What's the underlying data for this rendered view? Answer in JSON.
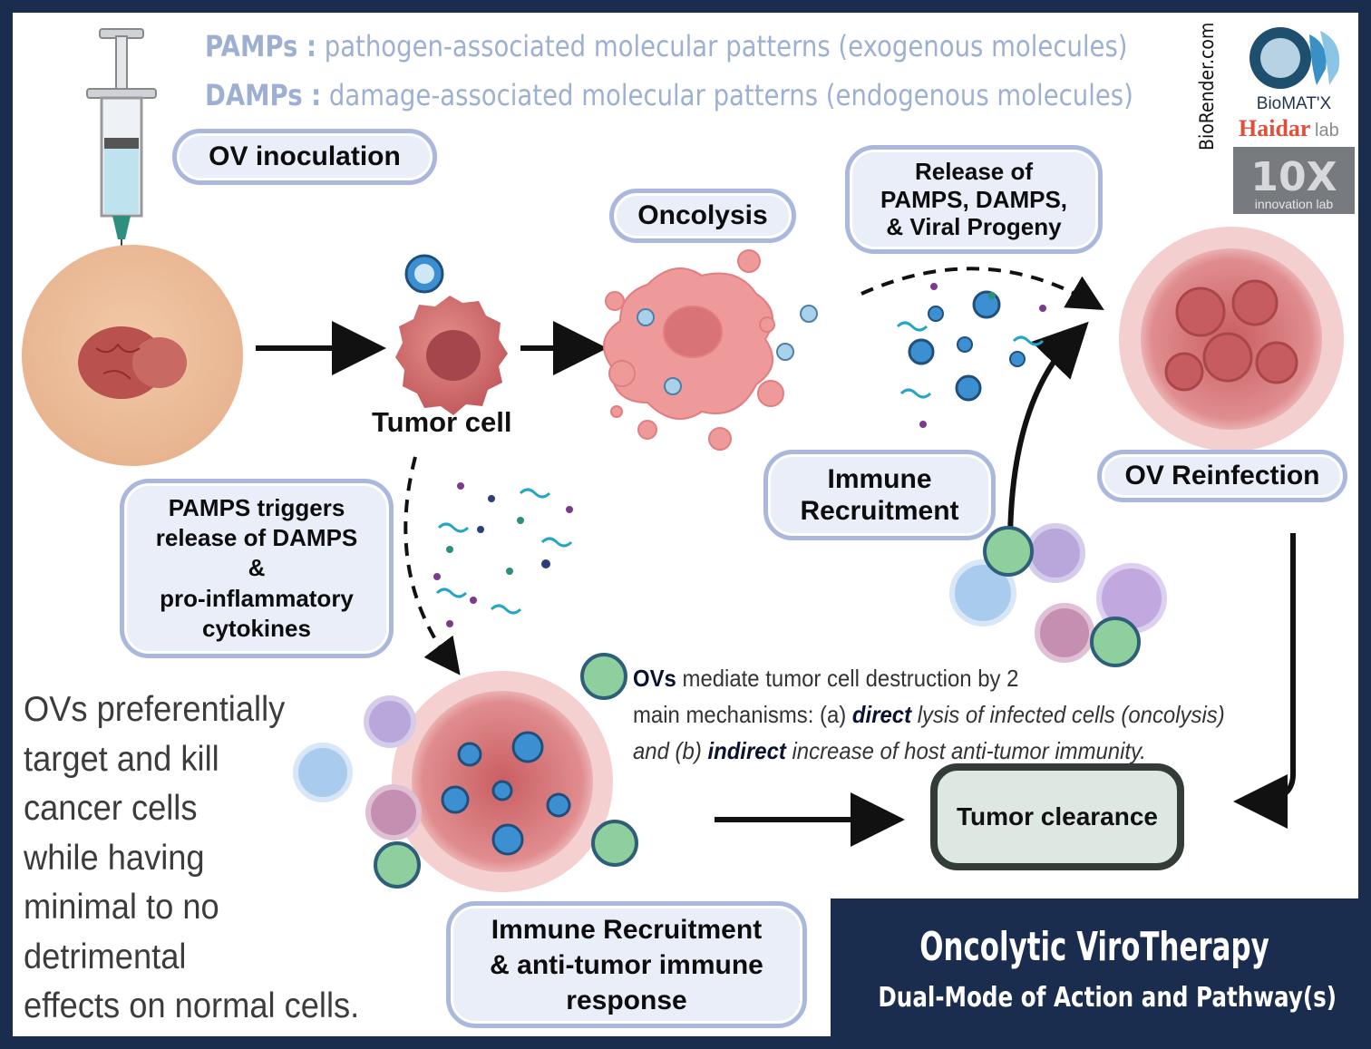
{
  "header": {
    "pamps_term": "PAMPs :",
    "pamps_def": "pathogen-associated molecular patterns (exogenous molecules)",
    "damps_term": "DAMPs :",
    "damps_def": "damage-associated molecular patterns (endogenous molecules)"
  },
  "steps": {
    "ov_inoculation": "OV inoculation",
    "tumor_cell": "Tumor cell",
    "oncolysis": "Oncolysis",
    "release": [
      "Release of",
      "PAMPS, DAMPS,",
      "& Viral Progeny"
    ],
    "ov_reinfection": "OV Reinfection",
    "immune_recruitment": [
      "Immune",
      "Recruitment"
    ],
    "pamps_trigger": [
      "PAMPS triggers",
      "release of DAMPS",
      "&",
      "pro-inflammatory",
      "cytokines"
    ],
    "immune_antitumor": [
      "Immune Recruitment",
      "& anti-tumor immune",
      "response"
    ],
    "tumor_clearance": "Tumor clearance"
  },
  "mechanism": {
    "ovs": "OVs",
    "line1_rest": " mediate tumor cell destruction by 2",
    "line2_a": "main mechanisms: (a) ",
    "direct": "direct",
    "line2_b": " lysis of infected cells (oncolysis)",
    "line3_a": "and (b) ",
    "indirect": "indirect",
    "line3_b": " increase of host anti-tumor immunity."
  },
  "left_note": [
    "OVs preferentially",
    "target and kill",
    "cancer cells",
    "while having",
    "minimal to no",
    "detrimental",
    "effects on normal cells."
  ],
  "title": {
    "main": "Oncolytic ViroTherapy",
    "sub": "Dual-Mode of Action and Pathway(s)"
  },
  "credits": {
    "biorender": "BioRender.com",
    "biomatx": "BioMAT'X",
    "haidar": "Haidar",
    "lab": "lab",
    "tenx": "10X",
    "innovation": "innovation lab"
  },
  "colors": {
    "frame": "#1b2d4e",
    "pill_fill": "#e9eef8",
    "pill_border": "#a9b8dc",
    "tumor": "#d9777a",
    "virus": "#3c8fd0",
    "header_text": "#9db0d2"
  }
}
